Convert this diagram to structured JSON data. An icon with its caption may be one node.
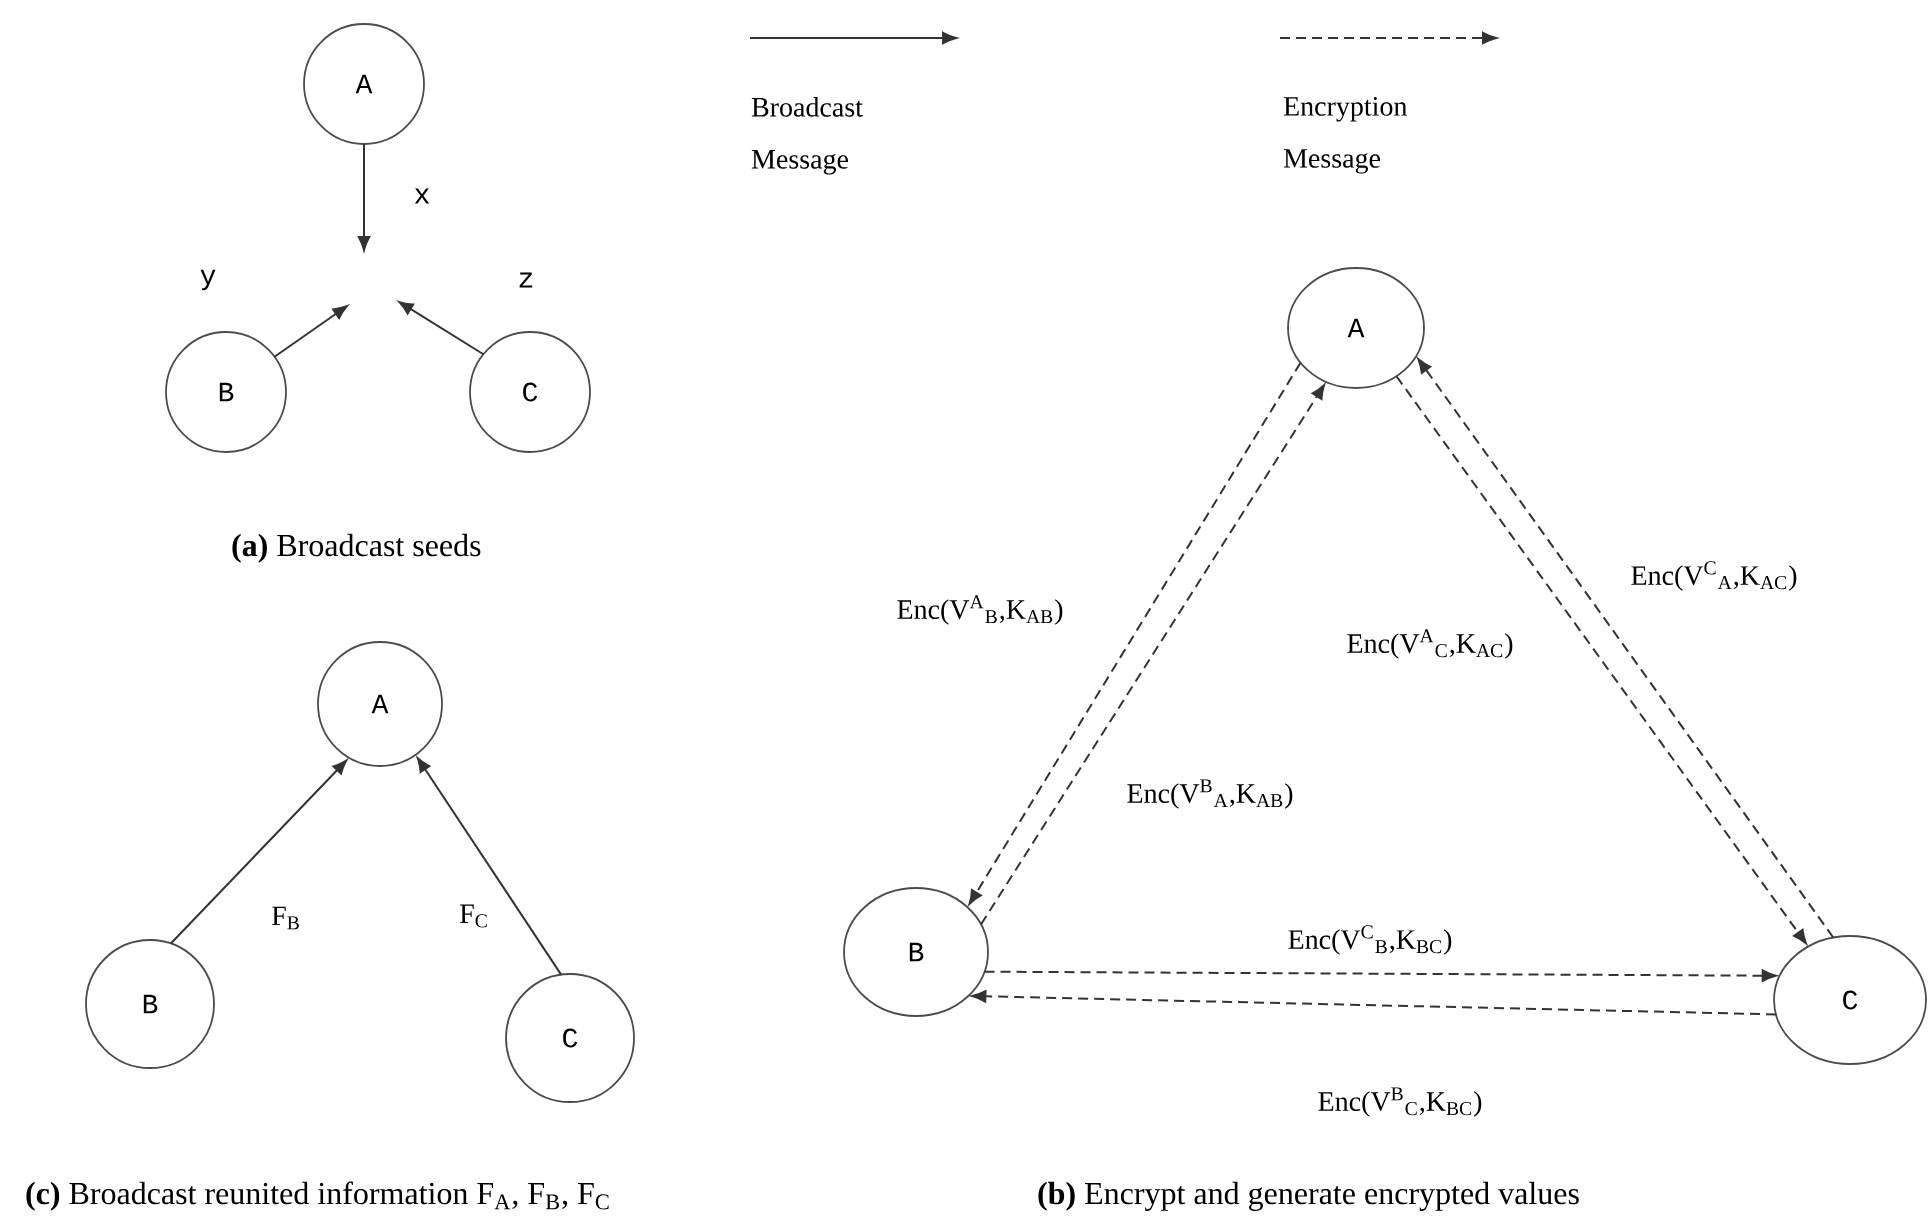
{
  "diagram": {
    "nodes": [
      {
        "text": [
          "A"
        ]
      },
      {
        "text": [
          "B"
        ]
      },
      {
        "text": [
          "C"
        ]
      },
      {
        "text": [
          "A"
        ]
      },
      {
        "text": [
          "B"
        ]
      },
      {
        "text": [
          "C"
        ]
      },
      {
        "text": [
          "A"
        ]
      },
      {
        "text": [
          "B"
        ]
      },
      {
        "text": [
          "C"
        ]
      }
    ],
    "edges": [
      {
        "from": 0,
        "to": null,
        "arrow": "to",
        "label": "x"
      },
      {
        "from": 1,
        "to": null,
        "arrow": "to",
        "label": "y"
      },
      {
        "from": 2,
        "to": null,
        "arrow": "to",
        "label": "z"
      },
      {
        "from": 4,
        "to": 3,
        "arrow": "to",
        "label": "F$_{B}$"
      },
      {
        "from": 5,
        "to": 3,
        "arrow": "to",
        "label": "F$_{C}$"
      },
      {
        "from": 6,
        "to": 7,
        "arrow": "to",
        "style": "dashed",
        "label": "Enc(V$^{A}$$_{B}$,K$_{AB}$)"
      },
      {
        "from": 7,
        "to": 6,
        "arrow": "to",
        "style": "dashed",
        "label": "Enc(V$^{B}$$_{A}$,K$_{AB}$)"
      },
      {
        "from": 6,
        "to": 8,
        "arrow": "to",
        "style": "dashed",
        "label": "Enc(V$^{A}$$_{C}$,K$_{AC}$)"
      },
      {
        "from": 8,
        "to": 6,
        "arrow": "to",
        "style": "dashed",
        "label": "Enc(V$^{C}$$_{A}$,K$_{AC}$)"
      },
      {
        "from": 7,
        "to": 8,
        "arrow": "to",
        "style": "dashed",
        "label": "Enc(V$^{C}$$_{B}$,K$_{BC}$)"
      },
      {
        "from": 8,
        "to": 7,
        "arrow": "to",
        "style": "dashed",
        "label": "Enc(V$^{B}$$_{C}$,K$_{BC}$)"
      }
    ],
    "labels": [
      "**(a)** Broadcast seeds",
      "**(c)** Broadcast reunited information F$_{A}$, F$_{B}$, F$_{C}$",
      "**(b)** Encrypt and generate encrypted values"
    ],
    "legend": [
      {
        "text": "Broadcast Message"
      },
      {
        "text": "Encryption Message"
      }
    ]
  }
}
